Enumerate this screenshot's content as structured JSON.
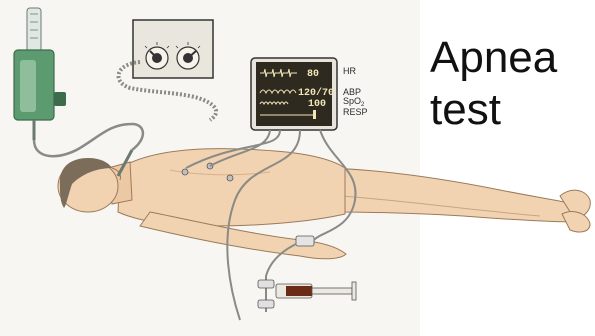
{
  "title": {
    "line1": "Apnea",
    "line2": "test"
  },
  "monitor": {
    "readings": [
      {
        "label": "HR",
        "value": "80"
      },
      {
        "label": "ABP",
        "value": "120/70"
      },
      {
        "label": "SpO",
        "subscript": "2",
        "value": "100"
      },
      {
        "label": "RESP",
        "value": ""
      }
    ]
  },
  "colors": {
    "background": "#ffffff",
    "panel_backdrop": "#efefec",
    "skin": "#f1d3b2",
    "skin_shadow": "#d8b18b",
    "hair": "#7c6c5a",
    "flowmeter": "#5c9a70",
    "monitor_screen": "#2f2a20",
    "monitor_bezel": "#e6e4dc",
    "syringe_blood": "#6b2c17",
    "tubing": "#8a8a86"
  }
}
